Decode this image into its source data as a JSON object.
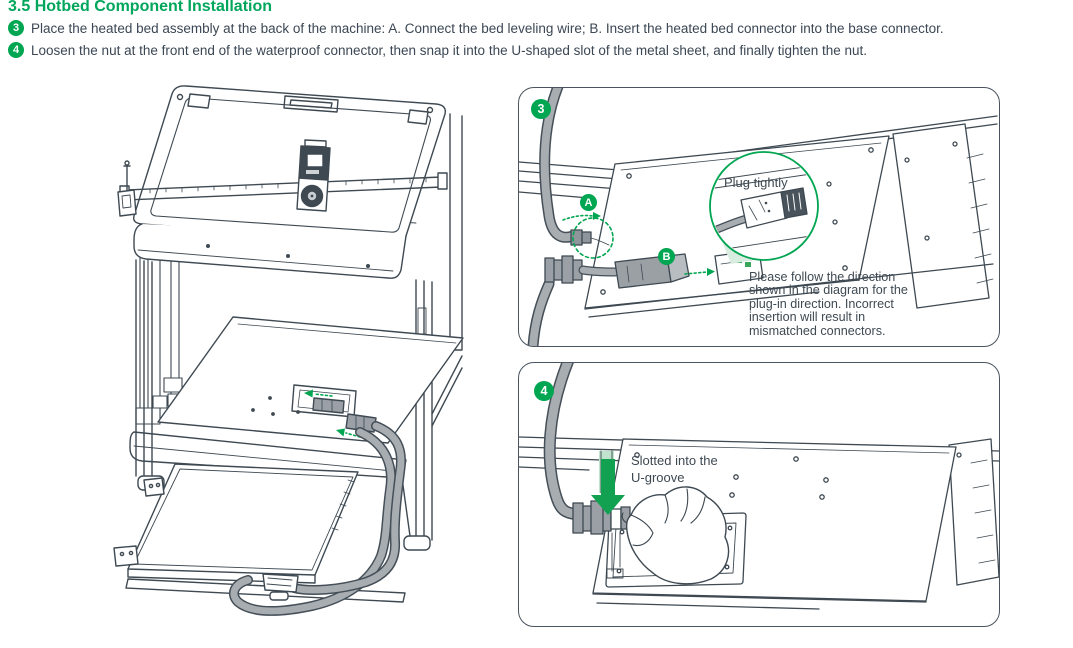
{
  "page": {
    "title": "3.5 Hotbed Component Installation"
  },
  "steps": [
    {
      "badge": "3",
      "text": "Place the heated bed assembly at the back of the machine: A. Connect the bed leveling wire; B. Insert the heated bed connector into the base connector."
    },
    {
      "badge": "4",
      "text": "Loosen the nut at the front end of the waterproof connector, then snap it into the U-shaped slot of the metal sheet, and finally tighten the nut."
    }
  ],
  "figure": {
    "panel_step3": {
      "badge": "3",
      "label_a": "A",
      "label_b": "B",
      "magnifier_label": "Plug tightly",
      "note": "Please follow the direction\nshown in the diagram for the\nplug-in direction. Incorrect\ninsertion will result in\nmismatched connectors."
    },
    "panel_step4": {
      "badge": "4",
      "callout": "Slotted into the\nU-groove"
    }
  },
  "colors": {
    "accent_green": "#00A651",
    "pale_green": "#D8ECDF",
    "line_art": "#3E4952",
    "cable_gray": "#A8ADB1",
    "text": "#3B4754"
  }
}
